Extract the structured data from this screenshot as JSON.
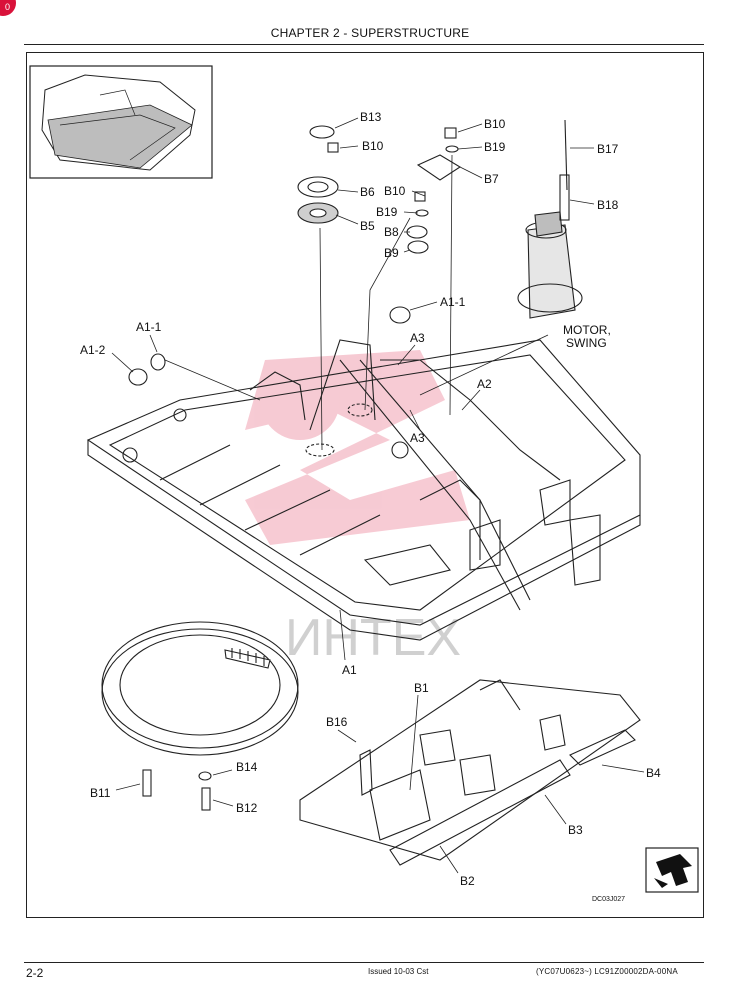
{
  "header": {
    "title": "CHAPTER 2 - SUPERSTRUCTURE",
    "badge": "0"
  },
  "watermark": "ИНТЕХ",
  "figure_code": "DC03J027",
  "callouts": {
    "B13": "B13",
    "B10a": "B10",
    "B10b": "B10",
    "B10c": "B10",
    "B19a": "B19",
    "B19b": "B19",
    "B6": "B6",
    "B5": "B5",
    "B7": "B7",
    "B8": "B8",
    "B9": "B9",
    "B17": "B17",
    "B18": "B18",
    "A1_1a": "A1-1",
    "A1_1b": "A1-1",
    "A1_2": "A1-2",
    "A3a": "A3",
    "A3b": "A3",
    "A2": "A2",
    "A1": "A1",
    "motor_line1": "MOTOR,",
    "motor_line2": "SWING",
    "B1": "B1",
    "B16": "B16",
    "B14": "B14",
    "B11": "B11",
    "B12": "B12",
    "B4": "B4",
    "B3": "B3",
    "B2": "B2"
  },
  "footer": {
    "page": "2-2",
    "issued": "Issued 10-03   Cst",
    "doc_ref": "(YC07U0623~)   LC91Z00002DA-00NA"
  }
}
